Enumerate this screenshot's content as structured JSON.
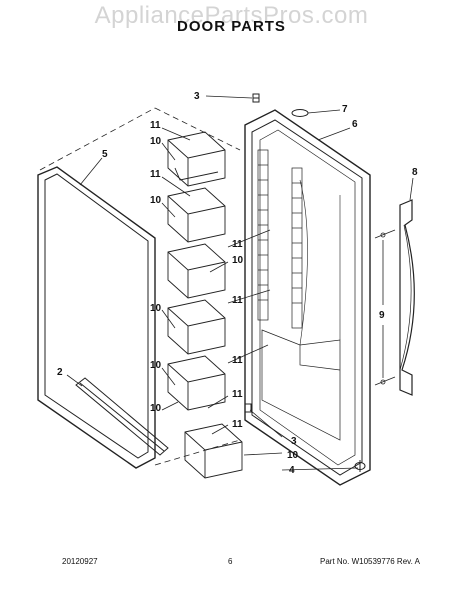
{
  "header": {
    "watermark": "AppliancePartsPros.com",
    "title": "DOOR PARTS"
  },
  "callouts": [
    {
      "id": "c-3-top",
      "label": "3"
    },
    {
      "id": "c-7",
      "label": "7"
    },
    {
      "id": "c-6",
      "label": "6"
    },
    {
      "id": "c-5",
      "label": "5"
    },
    {
      "id": "c-8",
      "label": "8"
    },
    {
      "id": "c-9",
      "label": "9"
    },
    {
      "id": "c-2",
      "label": "2"
    },
    {
      "id": "c-3-bottom",
      "label": "3"
    },
    {
      "id": "c-10-a",
      "label": "10"
    },
    {
      "id": "c-4",
      "label": "4"
    },
    {
      "id": "c-11-a",
      "label": "11"
    },
    {
      "id": "c-10-b",
      "label": "10"
    },
    {
      "id": "c-11-b",
      "label": "11"
    },
    {
      "id": "c-10-c",
      "label": "10"
    },
    {
      "id": "c-11-c",
      "label": "11"
    },
    {
      "id": "c-10-d",
      "label": "10"
    },
    {
      "id": "c-11-d",
      "label": "11"
    },
    {
      "id": "c-10-e",
      "label": "10"
    },
    {
      "id": "c-11-e",
      "label": "11"
    },
    {
      "id": "c-10-f",
      "label": "10"
    },
    {
      "id": "c-11-f",
      "label": "11"
    },
    {
      "id": "c-10-g",
      "label": "10"
    },
    {
      "id": "c-11-g",
      "label": "11"
    }
  ],
  "footer": {
    "date": "20120927",
    "page": "6",
    "part": "Part No. W10539776 Rev. A"
  }
}
